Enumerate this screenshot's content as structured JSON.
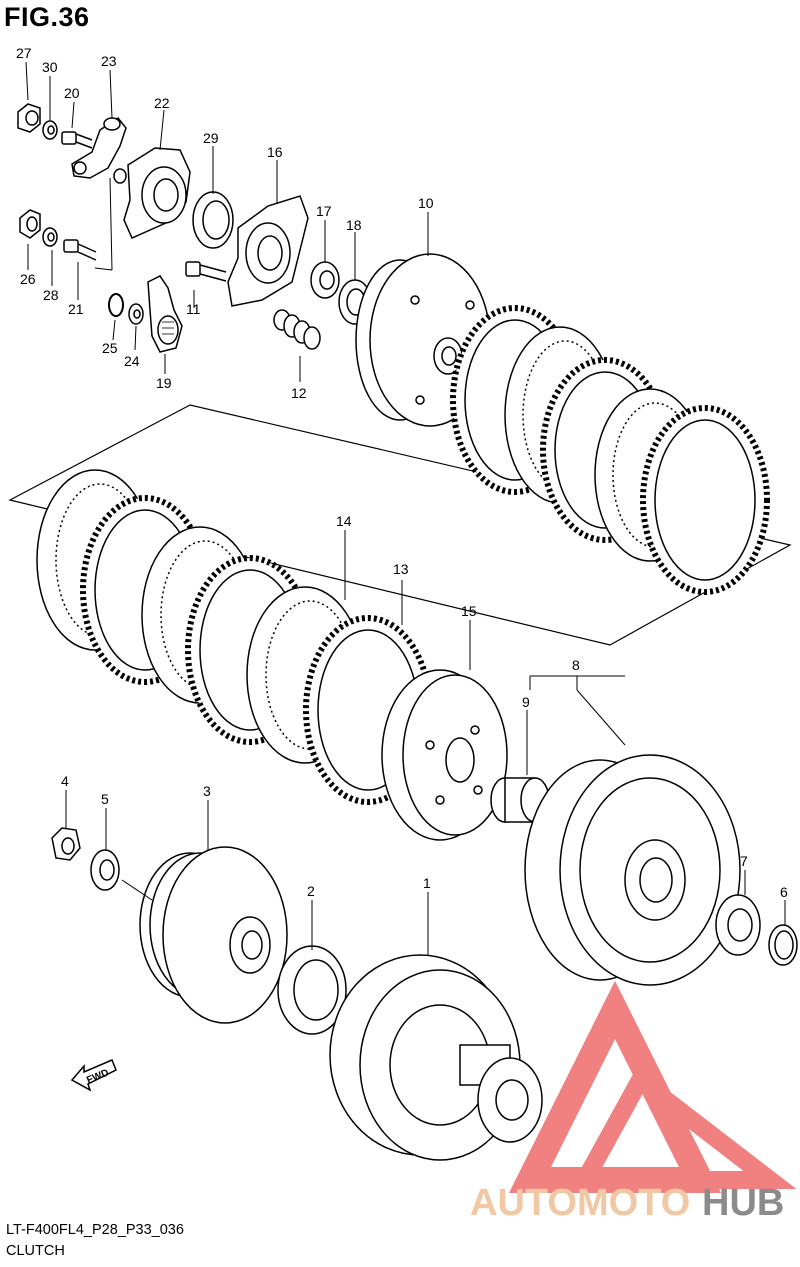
{
  "figure": {
    "title": "FIG.36",
    "code": "LT-F400FL4_P28_P33_036",
    "name": "CLUTCH"
  },
  "watermark": {
    "part1": "AUTOMOTO",
    "part2": "HUB",
    "color_light": "#f2c7a3",
    "color_dark": "#8b8b8b",
    "logo_color": "#ef6a6a"
  },
  "fwd_label": "FWD",
  "callouts": [
    {
      "id": "c27",
      "label": "27"
    },
    {
      "id": "c30",
      "label": "30"
    },
    {
      "id": "c20",
      "label": "20"
    },
    {
      "id": "c23",
      "label": "23"
    },
    {
      "id": "c22",
      "label": "22"
    },
    {
      "id": "c29",
      "label": "29"
    },
    {
      "id": "c16",
      "label": "16"
    },
    {
      "id": "c10",
      "label": "10"
    },
    {
      "id": "c17",
      "label": "17"
    },
    {
      "id": "c18",
      "label": "18"
    },
    {
      "id": "c26",
      "label": "26"
    },
    {
      "id": "c28",
      "label": "28"
    },
    {
      "id": "c21",
      "label": "21"
    },
    {
      "id": "c11",
      "label": "11"
    },
    {
      "id": "c25",
      "label": "25"
    },
    {
      "id": "c24",
      "label": "24"
    },
    {
      "id": "c19",
      "label": "19"
    },
    {
      "id": "c12",
      "label": "12"
    },
    {
      "id": "c14",
      "label": "14"
    },
    {
      "id": "c13",
      "label": "13"
    },
    {
      "id": "c15",
      "label": "15"
    },
    {
      "id": "c8",
      "label": "8"
    },
    {
      "id": "c9",
      "label": "9"
    },
    {
      "id": "c4",
      "label": "4"
    },
    {
      "id": "c5",
      "label": "5"
    },
    {
      "id": "c3",
      "label": "3"
    },
    {
      "id": "c2",
      "label": "2"
    },
    {
      "id": "c1",
      "label": "1"
    },
    {
      "id": "c7",
      "label": "7"
    },
    {
      "id": "c6",
      "label": "6"
    }
  ]
}
